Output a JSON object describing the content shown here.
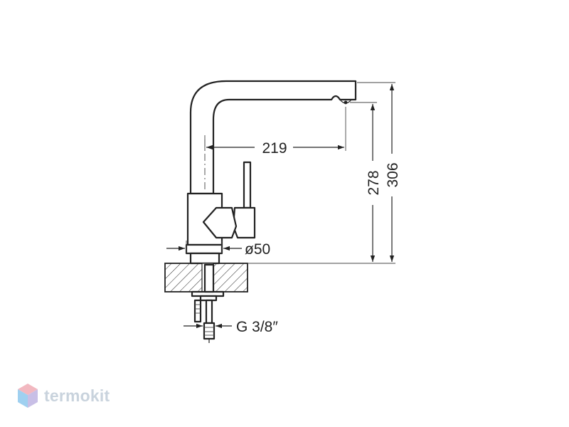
{
  "dimensions": {
    "spout_reach": "219",
    "outlet_height": "278",
    "total_height": "306",
    "base_diameter": "ø50",
    "connection_thread": "G 3/8″"
  },
  "brand": {
    "name": "termokit",
    "icon": "termokit-logo-icon",
    "colors": {
      "text": "#c9d3dd",
      "logo_top": "#f2b8c0",
      "logo_left": "#9fd0f0",
      "logo_right": "#c8bfe6"
    }
  }
}
